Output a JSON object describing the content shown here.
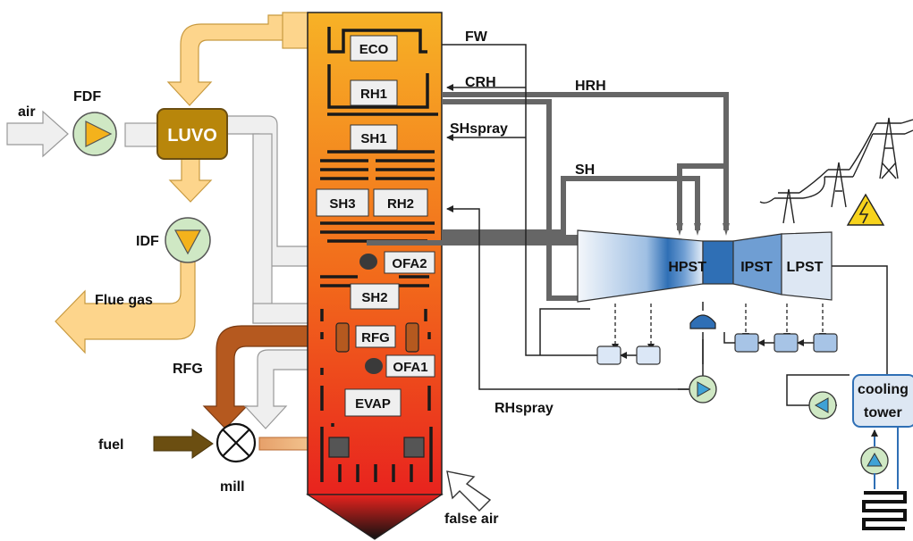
{
  "labels": {
    "air": "air",
    "fdf": "FDF",
    "luvo": "LUVO",
    "idf": "IDF",
    "flue_gas": "Flue gas",
    "rfg_left": "RFG",
    "fuel": "fuel",
    "mill": "mill",
    "false_air": "false air",
    "fw": "FW",
    "crh": "CRH",
    "hrh": "HRH",
    "shspray": "SHspray",
    "sh": "SH",
    "rhspray": "RHspray",
    "hpst": "HPST",
    "ipst": "IPST",
    "lpst": "LPST",
    "cooling_1": "cooling",
    "cooling_2": "tower"
  },
  "boiler_boxes": {
    "eco": "ECO",
    "rh1": "RH1",
    "sh1": "SH1",
    "sh3": "SH3",
    "rh2": "RH2",
    "ofa2": "OFA2",
    "sh2": "SH2",
    "rfg": "RFG",
    "ofa1": "OFA1",
    "evap": "EVAP"
  },
  "colors": {
    "furnace_top": "#f7b226",
    "furnace_mid": "#f26a1b",
    "furnace_bottom": "#e8231e",
    "flue_gas_duct": "#fdd58c",
    "air_duct": "#efefef",
    "luvo": "#b8860b",
    "fan_fill": "#cfe8c4",
    "fan_triangle": "#f4b21c",
    "rfg_duct": "#b5591f",
    "steam_line": "#666666",
    "turbine": "#2f6fb5",
    "pump": "#3fa2d6",
    "heater": "#a7c4e6",
    "fuel_arrow": "#6b4e11"
  }
}
